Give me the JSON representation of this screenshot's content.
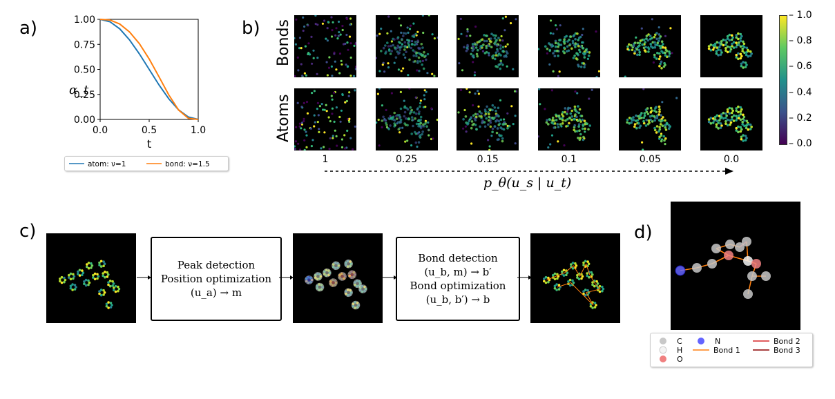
{
  "panel_labels": {
    "a": "a)",
    "b": "b)",
    "c": "c)",
    "d": "d)"
  },
  "colors": {
    "atom": "#1f77b4",
    "bond": "#ff7f0e",
    "c_atom": "#c8c8c8",
    "h_atom": "#f4f4f4",
    "o_atom": "#f08080",
    "n_atom": "#6464ff",
    "bond2": "#d62728",
    "bond3": "#8b0000"
  },
  "chart_data": {
    "type": "line",
    "title": "",
    "xlabel": "t",
    "ylabel": "α_t",
    "xlim": [
      0,
      1
    ],
    "ylim": [
      0,
      1
    ],
    "x_ticks": [
      "0.0",
      "0.5",
      "1.0"
    ],
    "y_ticks": [
      "0.00",
      "0.25",
      "0.50",
      "0.75",
      "1.00"
    ],
    "x": [
      0.0,
      0.1,
      0.2,
      0.3,
      0.4,
      0.5,
      0.6,
      0.7,
      0.8,
      0.9,
      1.0
    ],
    "series": [
      {
        "name": "atom: ν=1",
        "values": [
          1.0,
          0.976,
          0.905,
          0.794,
          0.655,
          0.5,
          0.345,
          0.206,
          0.095,
          0.024,
          0.0
        ]
      },
      {
        "name": "bond: ν=1.5",
        "values": [
          1.0,
          0.993,
          0.953,
          0.874,
          0.757,
          0.604,
          0.426,
          0.245,
          0.094,
          0.011,
          0.0
        ]
      }
    ],
    "legend_position": "below"
  },
  "panel_b": {
    "row_labels": [
      "Bonds",
      "Atoms"
    ],
    "t_labels": [
      "1",
      "0.25",
      "0.15",
      "0.1",
      "0.05",
      "0.0"
    ],
    "arrow_label": "p_θ(u_s | u_t)",
    "colorbar_ticks": [
      "1.0",
      "0.8",
      "0.6",
      "0.4",
      "0.2",
      "0.0"
    ]
  },
  "panel_c": {
    "box1_lines": [
      "Peak detection",
      "Position optimization",
      "(u_a) → m"
    ],
    "box2_lines": [
      "Bond detection",
      "(u_b, m) → b′",
      "Bond optimization",
      "(u_b, b′) → b"
    ]
  },
  "panel_d": {
    "legend": [
      {
        "label": "C",
        "kind": "atom-c"
      },
      {
        "label": "H",
        "kind": "atom-h"
      },
      {
        "label": "O",
        "kind": "atom-o"
      },
      {
        "label": "N",
        "kind": "atom-n"
      },
      {
        "label": "Bond 1",
        "kind": "bond-1"
      },
      {
        "label": "Bond 2",
        "kind": "bond-2"
      },
      {
        "label": "Bond 3",
        "kind": "bond-3"
      }
    ]
  }
}
